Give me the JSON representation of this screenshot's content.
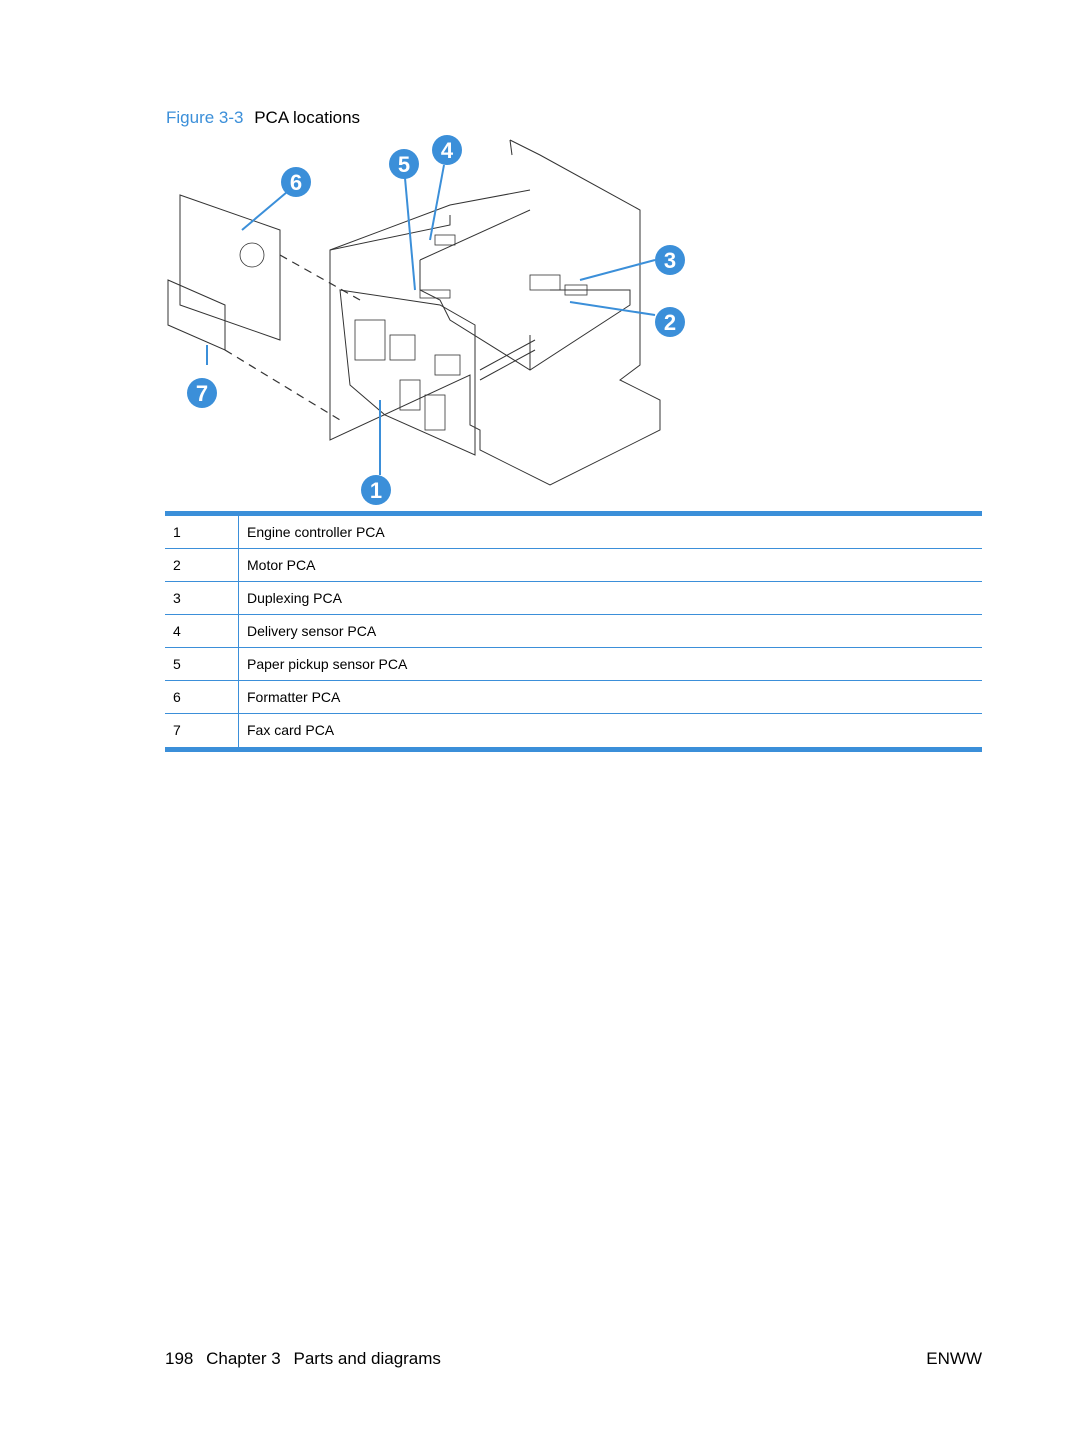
{
  "figure": {
    "label": "Figure 3-3",
    "caption": "PCA locations",
    "callouts": [
      "1",
      "2",
      "3",
      "4",
      "5",
      "6",
      "7"
    ]
  },
  "legend": [
    {
      "num": "1",
      "desc": "Engine controller PCA"
    },
    {
      "num": "2",
      "desc": "Motor PCA"
    },
    {
      "num": "3",
      "desc": "Duplexing PCA"
    },
    {
      "num": "4",
      "desc": "Delivery sensor PCA"
    },
    {
      "num": "5",
      "desc": "Paper pickup sensor PCA"
    },
    {
      "num": "6",
      "desc": "Formatter PCA"
    },
    {
      "num": "7",
      "desc": "Fax card PCA"
    }
  ],
  "footer": {
    "page_number": "198",
    "chapter": "Chapter 3",
    "section": "Parts and diagrams",
    "right": "ENWW"
  },
  "colors": {
    "accent": "#3b8fd9",
    "line": "#333333"
  }
}
